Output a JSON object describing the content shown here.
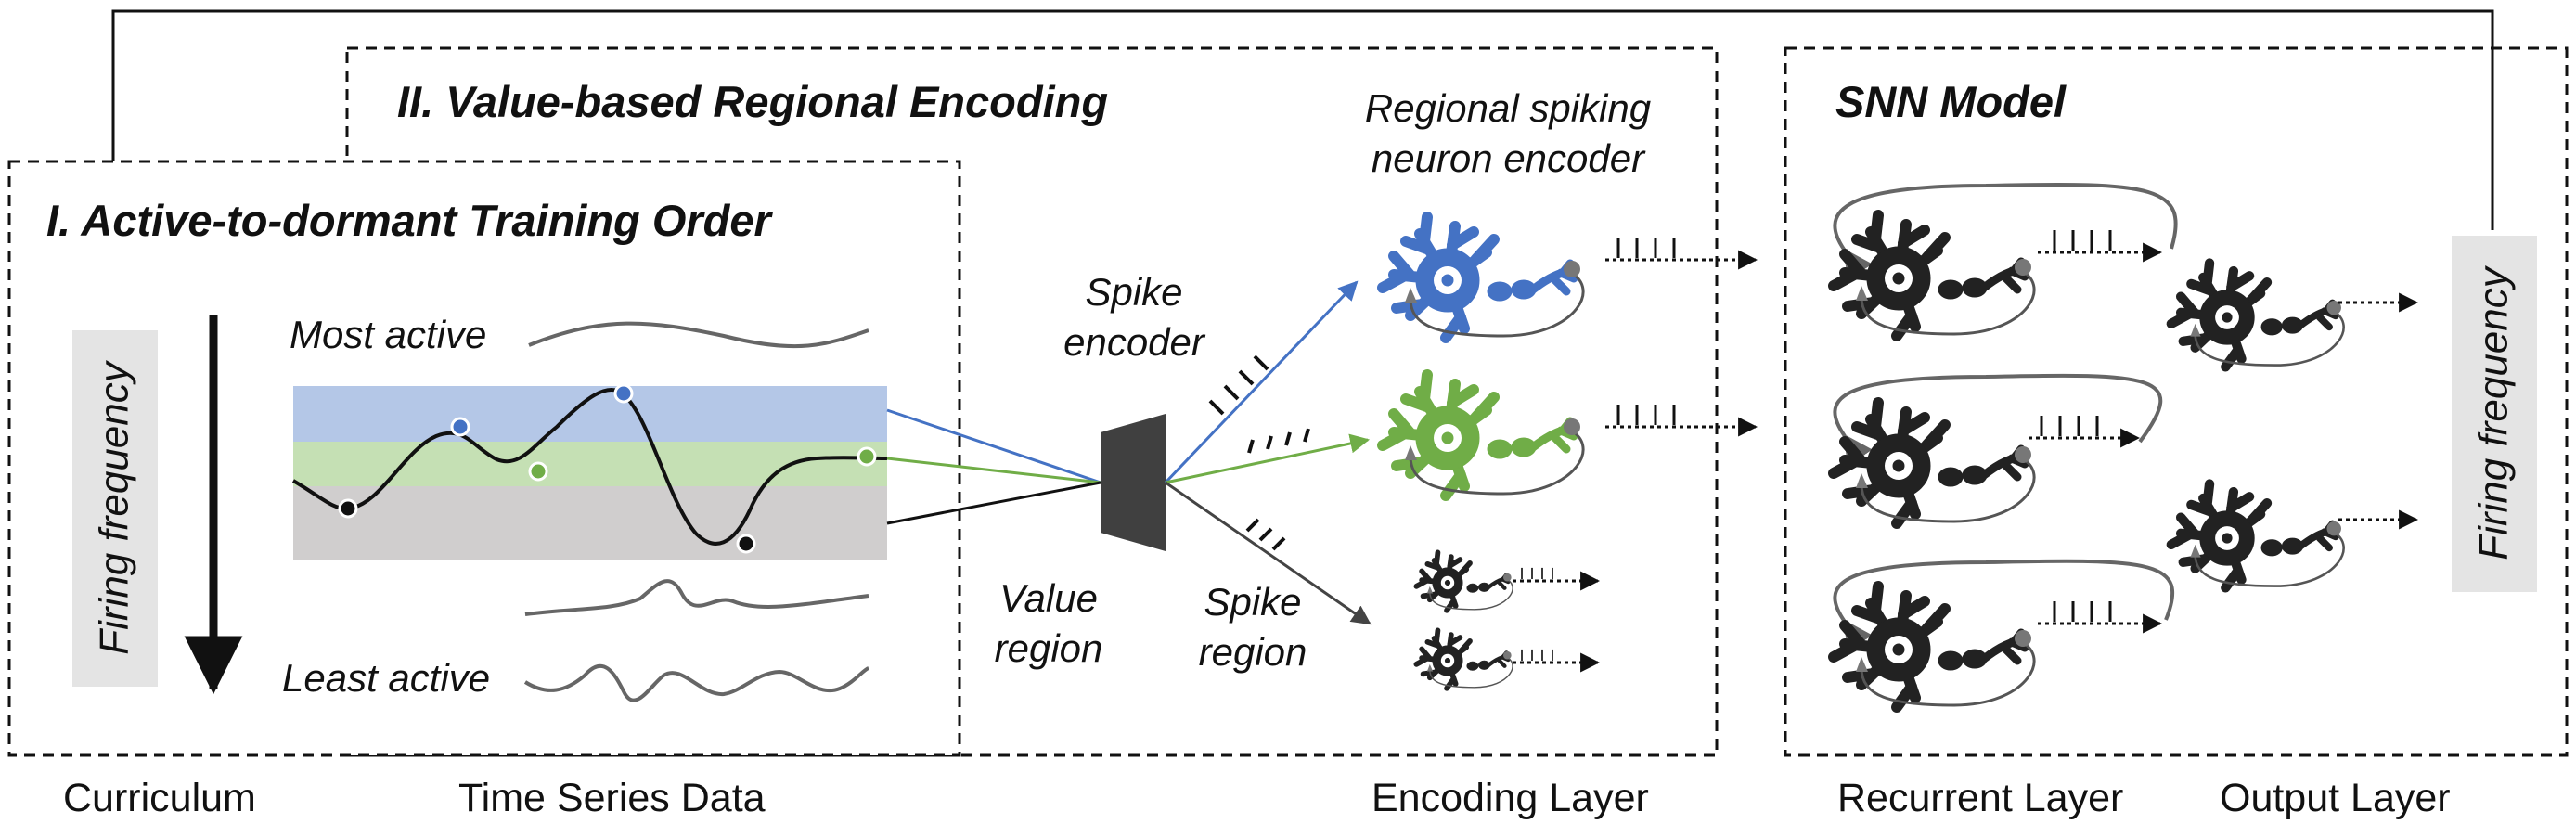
{
  "sections": {
    "training_order_title": "I. Active-to-dormant Training Order",
    "encoding_title": "II. Value-based Regional Encoding",
    "snn_title": "SNN Model"
  },
  "labels": {
    "firing_frequency_left": "Firing frequency",
    "firing_frequency_right": "Firing frequency",
    "most_active": "Most active",
    "least_active": "Least active",
    "spike_encoder_line1": "Spike",
    "spike_encoder_line2": "encoder",
    "value_region_line1": "Value",
    "value_region_line2": "region",
    "spike_region_line1": "Spike",
    "spike_region_line2": "region",
    "regional_encoder_line1": "Regional spiking",
    "regional_encoder_line2": "neuron encoder"
  },
  "bottom_labels": {
    "curriculum": "Curriculum",
    "time_series_data": "Time Series Data",
    "encoding_layer": "Encoding Layer",
    "recurrent_layer": "Recurrent Layer",
    "output_layer": "Output Layer"
  },
  "colors": {
    "blue_region": "#b4c7e7",
    "green_region": "#c5e0b4",
    "gray_region": "#d0cece",
    "blue_neuron": "#4472c4",
    "green_neuron": "#70ad47",
    "dark_neuron": "#222222",
    "encoder_block": "#404040",
    "label_panel": "#e4e4e4"
  },
  "icons": [
    "neuron-icon",
    "spike-train-icon",
    "encoder-trapezoid-icon",
    "down-arrow-icon"
  ]
}
